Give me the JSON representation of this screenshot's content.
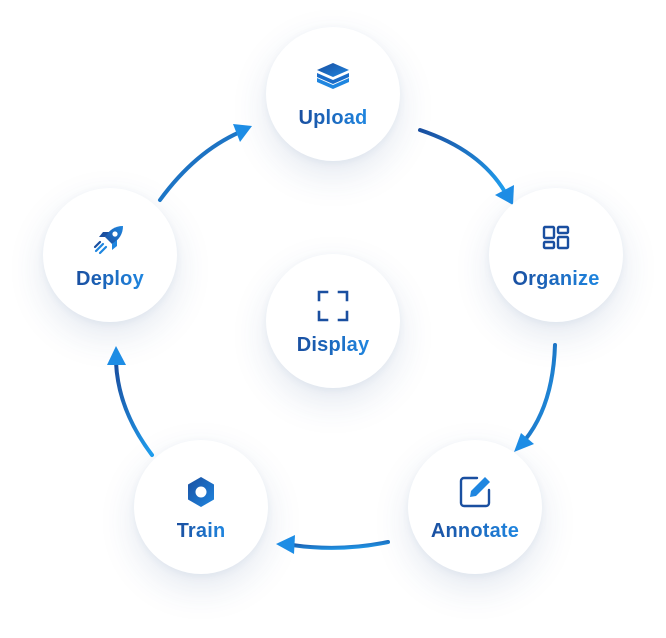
{
  "diagram": {
    "center": {
      "label": "Display",
      "icon": "viewfinder-icon"
    },
    "nodes": [
      {
        "id": "upload",
        "label": "Upload",
        "icon": "layers-stack-icon"
      },
      {
        "id": "organize",
        "label": "Organize",
        "icon": "dashboard-grid-icon"
      },
      {
        "id": "annotate",
        "label": "Annotate",
        "icon": "edit-pencil-icon"
      },
      {
        "id": "train",
        "label": "Train",
        "icon": "hexagon-nut-icon"
      },
      {
        "id": "deploy",
        "label": "Deploy",
        "icon": "rocket-icon"
      }
    ],
    "edges": [
      [
        "upload",
        "organize"
      ],
      [
        "organize",
        "annotate"
      ],
      [
        "annotate",
        "train"
      ],
      [
        "train",
        "deploy"
      ],
      [
        "deploy",
        "upload"
      ]
    ]
  },
  "colors": {
    "dark_blue": "#1a4fa0",
    "light_blue": "#1f86e0",
    "arrow": "#1e8ee6"
  }
}
